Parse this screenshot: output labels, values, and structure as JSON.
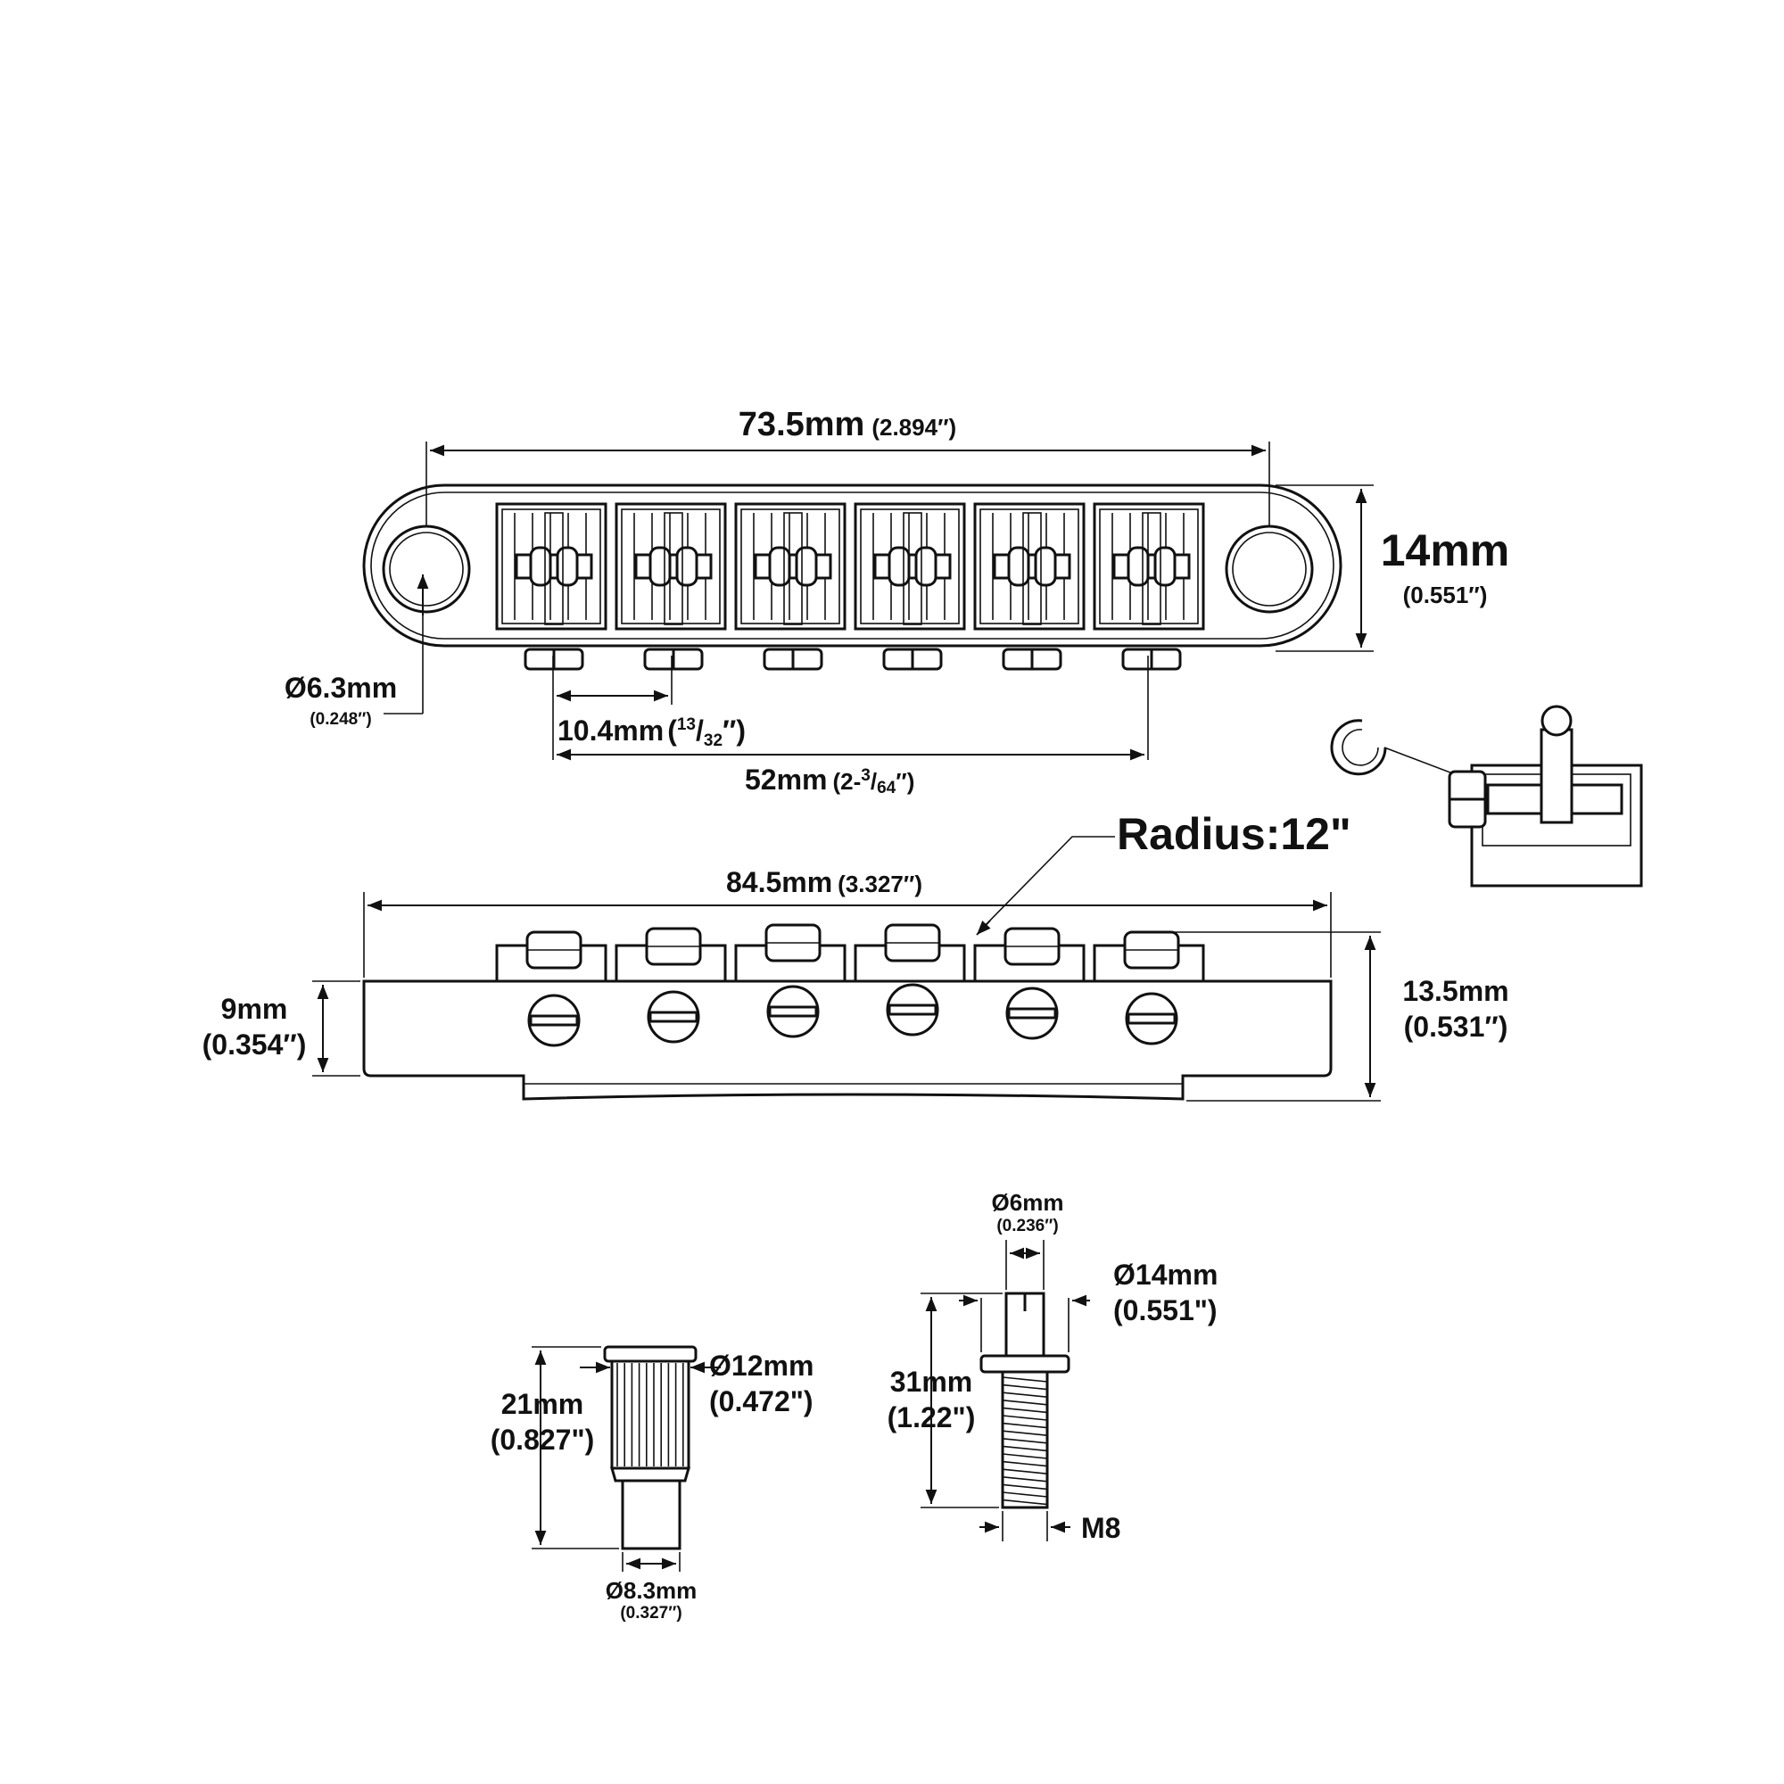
{
  "top_view": {
    "length_mm": "73.5mm",
    "length_in": "(2.894″)",
    "height_mm": "14mm",
    "height_in": "(0.551″)",
    "hole_mm": "Ø6.3mm",
    "hole_in": "(0.248″)",
    "spacing_mm": "10.4mm",
    "spacing_open": "(",
    "spacing_num": "13",
    "spacing_sep": "/",
    "spacing_den": "32",
    "spacing_close": "″)",
    "span_mm": "52mm",
    "span_in_prefix": "(2-",
    "span_num": "3",
    "span_sep": "/",
    "span_den": "64",
    "span_close": "″)"
  },
  "side_view": {
    "radius_label": "Radius:12\"",
    "length_mm": "84.5mm",
    "length_in": "(3.327″)",
    "body_mm": "9mm",
    "body_in": "(0.354″)",
    "total_mm": "13.5mm",
    "total_in": "(0.531″)"
  },
  "bushing": {
    "height_mm": "21mm",
    "height_in": "(0.827\")",
    "head_mm": "Ø12mm",
    "head_in": "(0.472\")",
    "shank_mm": "Ø8.3mm",
    "shank_in": "(0.327″)"
  },
  "stud": {
    "top_mm": "Ø6mm",
    "top_in": "(0.236″)",
    "flange_mm": "Ø14mm",
    "flange_in": "(0.551\")",
    "length_mm": "31mm",
    "length_in": "(1.22\")",
    "thread": "M8"
  }
}
